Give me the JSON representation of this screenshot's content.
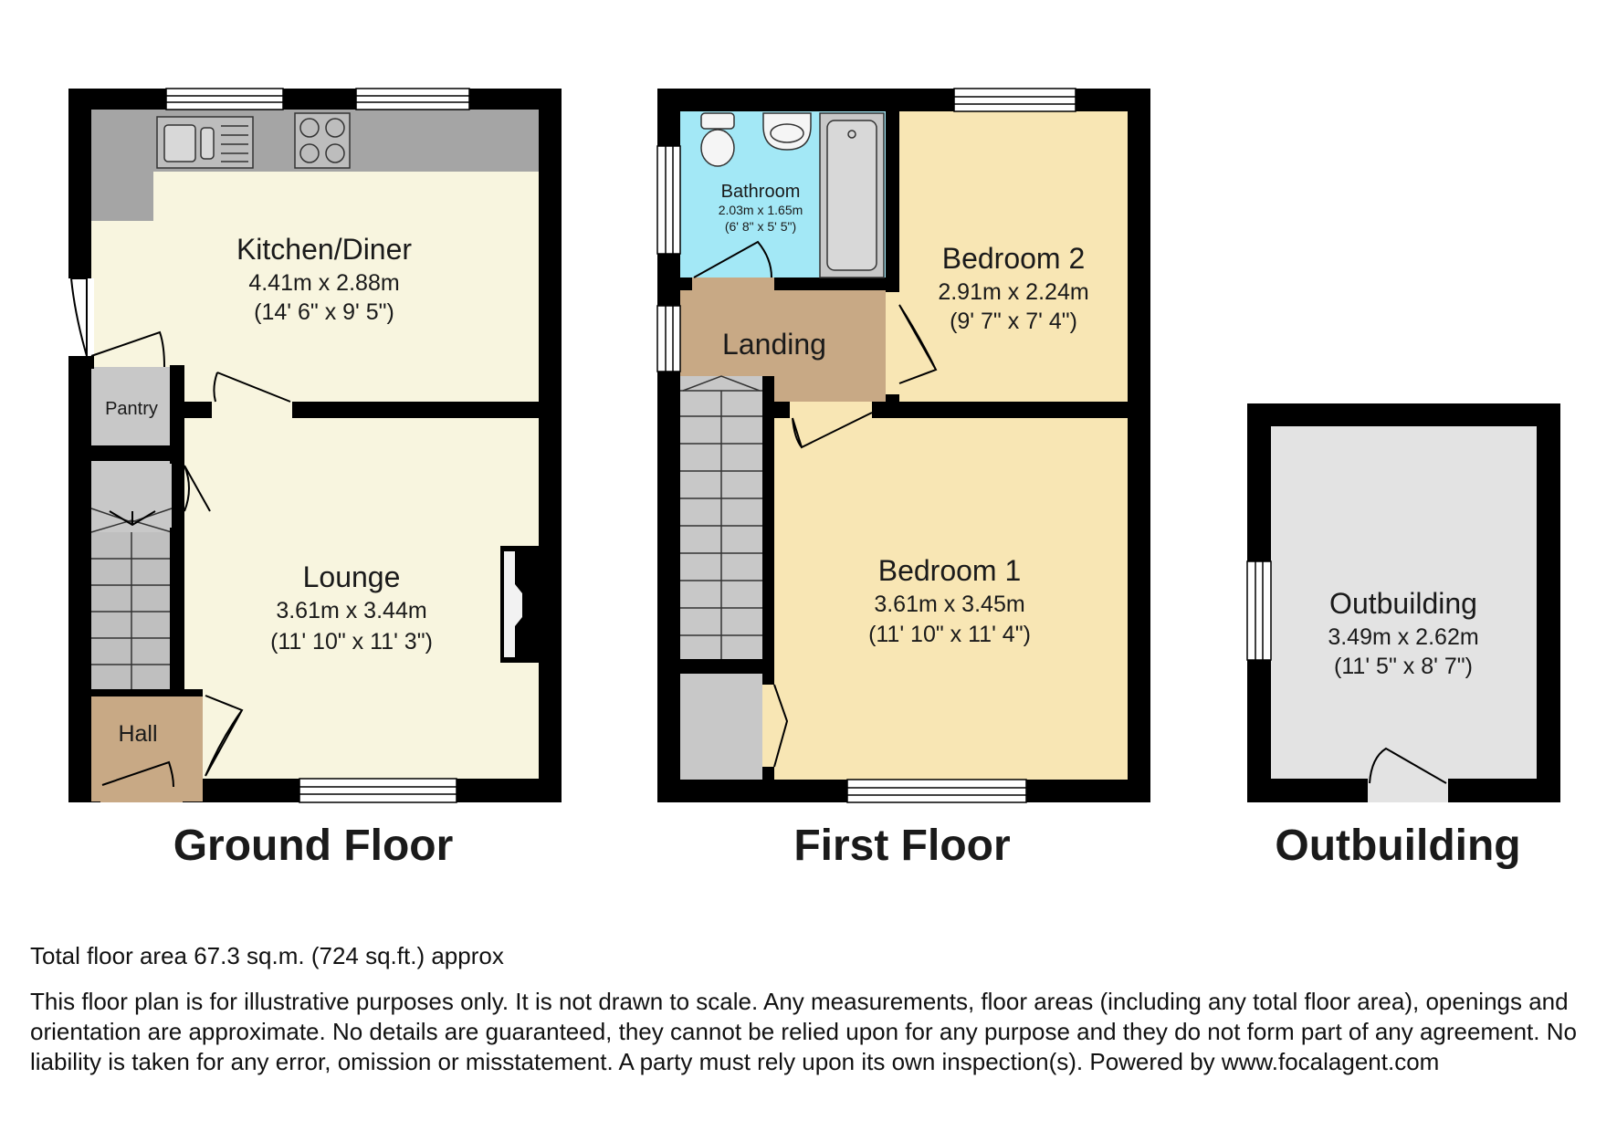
{
  "ground_floor": {
    "title": "Ground Floor",
    "rooms": {
      "kitchen": {
        "name": "Kitchen/Diner",
        "metric": "4.41m x 2.88m",
        "imperial": "(14' 6\" x 9' 5\")"
      },
      "lounge": {
        "name": "Lounge",
        "metric": "3.61m x 3.44m",
        "imperial": "(11' 10\" x 11' 3\")"
      },
      "pantry": {
        "name": "Pantry"
      },
      "hall": {
        "name": "Hall"
      }
    }
  },
  "first_floor": {
    "title": "First Floor",
    "rooms": {
      "bathroom": {
        "name": "Bathroom",
        "metric": "2.03m x 1.65m",
        "imperial": "(6' 8\" x 5' 5\")"
      },
      "bedroom2": {
        "name": "Bedroom 2",
        "metric": "2.91m x 2.24m",
        "imperial": "(9' 7\" x 7' 4\")"
      },
      "landing": {
        "name": "Landing"
      },
      "bedroom1": {
        "name": "Bedroom 1",
        "metric": "3.61m x 3.45m",
        "imperial": "(11' 10\" x 11' 4\")"
      }
    }
  },
  "outbuilding": {
    "title": "Outbuilding",
    "rooms": {
      "outbuilding": {
        "name": "Outbuilding",
        "metric": "3.49m x 2.62m",
        "imperial": "(11' 5\" x 8' 7\")"
      }
    }
  },
  "footer": {
    "total_area": "Total floor area 67.3 sq.m. (724 sq.ft.) approx",
    "disclaimer": "This floor plan is for illustrative purposes only. It is not drawn to scale. Any measurements, floor areas (including any total floor area), openings and orientation are approximate. No details are guaranteed, they cannot be relied upon for any purpose and they do not form part of any agreement. No liability is taken for any error, omission or misstatement. A party must rely upon its own inspection(s). Powered by www.focalagent.com"
  },
  "colors": {
    "wall": "#000000",
    "kitchen_lounge_floor": "#f8f5df",
    "counter": "#a5a5a5",
    "pantry_cupboard": "#c8c8c8",
    "hall_landing": "#c8a985",
    "bathroom": "#a3e8f6",
    "bedroom": "#f8e6b4",
    "outbuilding": "#e3e3e3",
    "stairs": "#bfbfbf"
  }
}
